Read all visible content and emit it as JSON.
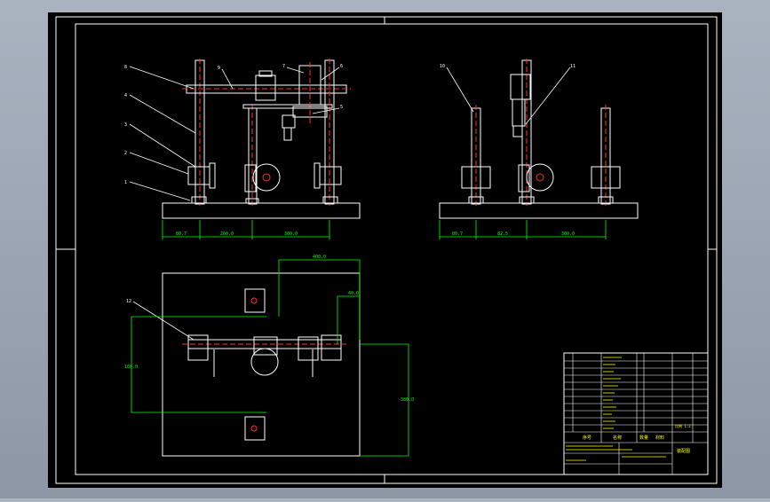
{
  "colors": {
    "viewport_bg": "#9aa4b2",
    "paper": "#000000",
    "frame": "#ffffff",
    "dimension": "#00ff00",
    "centerline": "#ff3030",
    "table_text": "#ffff00"
  },
  "front_view": {
    "dims": [
      "80.7",
      "200.0",
      "300.0"
    ]
  },
  "side_view": {
    "dims": [
      "80.7",
      "82.5",
      "300.0"
    ]
  },
  "plan_view": {
    "dims": [
      "400.0",
      "40.0",
      "180.0",
      "380.0"
    ]
  },
  "title_block": {
    "header_cells": [
      "序号",
      "名称",
      "数量",
      "材料"
    ],
    "scale_label": "比例 1:2",
    "drawing_name": "装配图"
  }
}
